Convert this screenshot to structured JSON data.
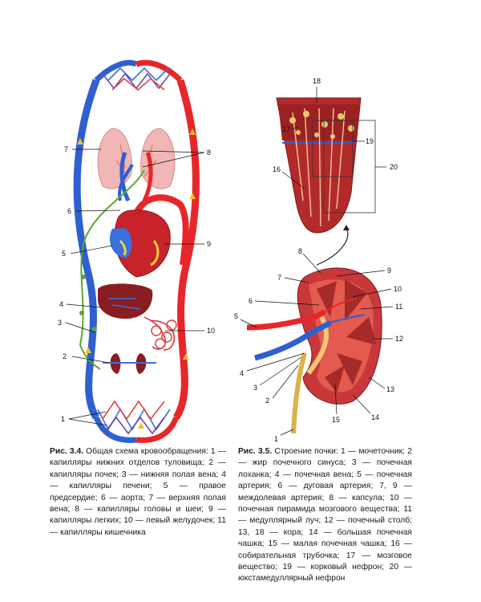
{
  "figures": {
    "left": {
      "caption_label": "Рис. 3.4.",
      "caption_text": " Общая схема кровообращения: 1 — капилляры нижних отделов туловища; 2 — капилляры почек; 3 — нижняя полая вена; 4 — капилляры печени; 5 — правое предсердие; 6 — аорта; 7 — верхняя полая вена; 8 — капилляры головы и шеи; 9 — капилляры легких; 10 — левый желудочек; 11 — капилляры кишечника",
      "labels": [
        "1",
        "2",
        "3",
        "4",
        "5",
        "6",
        "7",
        "8",
        "9",
        "10"
      ]
    },
    "right": {
      "caption_label": "Рис. 3.5.",
      "caption_text": " Строение почки: 1 — мочеточник; 2 — жир почечного синуса; 3 — почечная лоханка; 4 — почечная вена; 5 — почечная артерия; 6 — дуговая артерия; 7, 9 — междолевая артерия; 8 — капсула; 10 — почечная пирамида мозгового вещества; 11 — медуллярный луч; 12 — почечный столб; 13, 18 — кора; 14 — большая почечная чашка; 15 — малая почечная чашка; 16 — собирательная трубочка; 17 — мозговое вещество; 19 — корковый нефрон; 20 — юкстамедуллярный нефрон",
      "labels": [
        "1",
        "2",
        "3",
        "4",
        "5",
        "6",
        "7",
        "8",
        "9",
        "10",
        "11",
        "12",
        "13",
        "14",
        "15",
        "16",
        "17",
        "18",
        "19",
        "20"
      ]
    }
  },
  "colors": {
    "vein_blue": "#2f5fd0",
    "artery_red": "#e8262a",
    "lymph_green": "#5aa832",
    "organ_dark": "#8a1d22",
    "kidney_red": "#b32a2a",
    "pale_pink": "#f1b6b6"
  }
}
